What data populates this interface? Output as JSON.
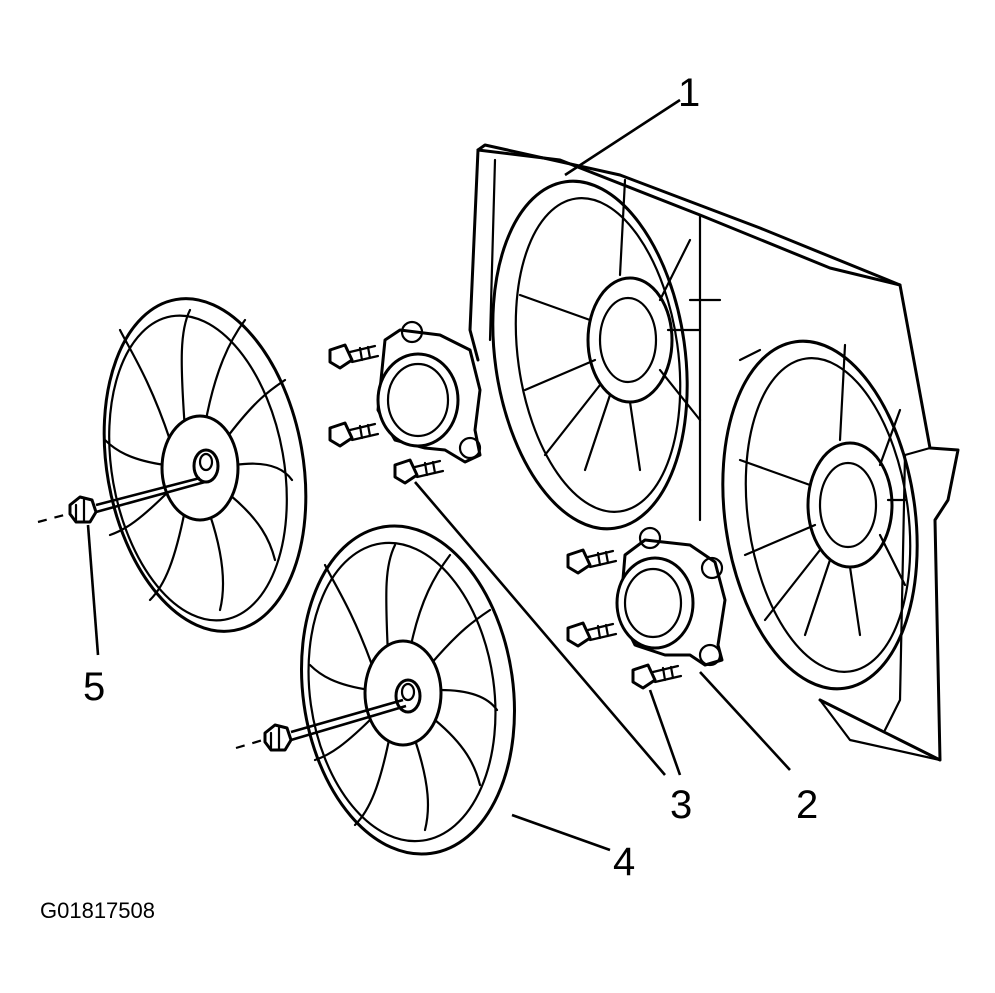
{
  "callouts": [
    {
      "id": "1",
      "label": "1"
    },
    {
      "id": "2",
      "label": "2"
    },
    {
      "id": "3",
      "label": "3"
    },
    {
      "id": "4",
      "label": "4"
    },
    {
      "id": "5",
      "label": "5"
    }
  ],
  "figure_id": "G01817508"
}
